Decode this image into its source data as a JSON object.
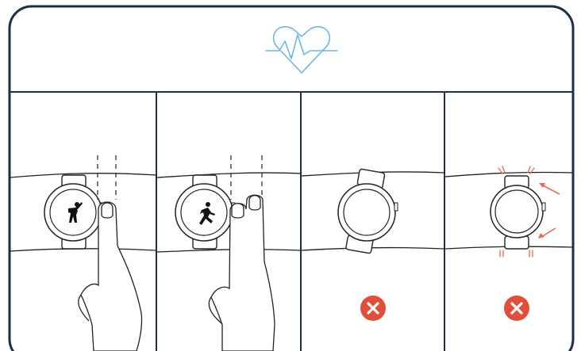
{
  "illustration": {
    "header_icon": "heart-pulse-icon",
    "panels": [
      {
        "id": "panel-1",
        "watch_icon": "stretching-person-icon",
        "finger_gap": "one-finger"
      },
      {
        "id": "panel-2",
        "watch_icon": "running-person-icon",
        "finger_gap": "two-fingers"
      },
      {
        "id": "panel-3",
        "watch_icon": "none",
        "status_icon": "x-mark-icon",
        "status": "incorrect-tilted-watch"
      },
      {
        "id": "panel-4",
        "watch_icon": "none",
        "status_icon": "x-mark-icon",
        "status": "incorrect-too-tight"
      }
    ],
    "colors": {
      "frame": "#1e2d4a",
      "heart": "#6fb6e6",
      "error_badge": "#df4f3a",
      "tight_marks": "#e86a5a",
      "line": "#222222"
    }
  }
}
